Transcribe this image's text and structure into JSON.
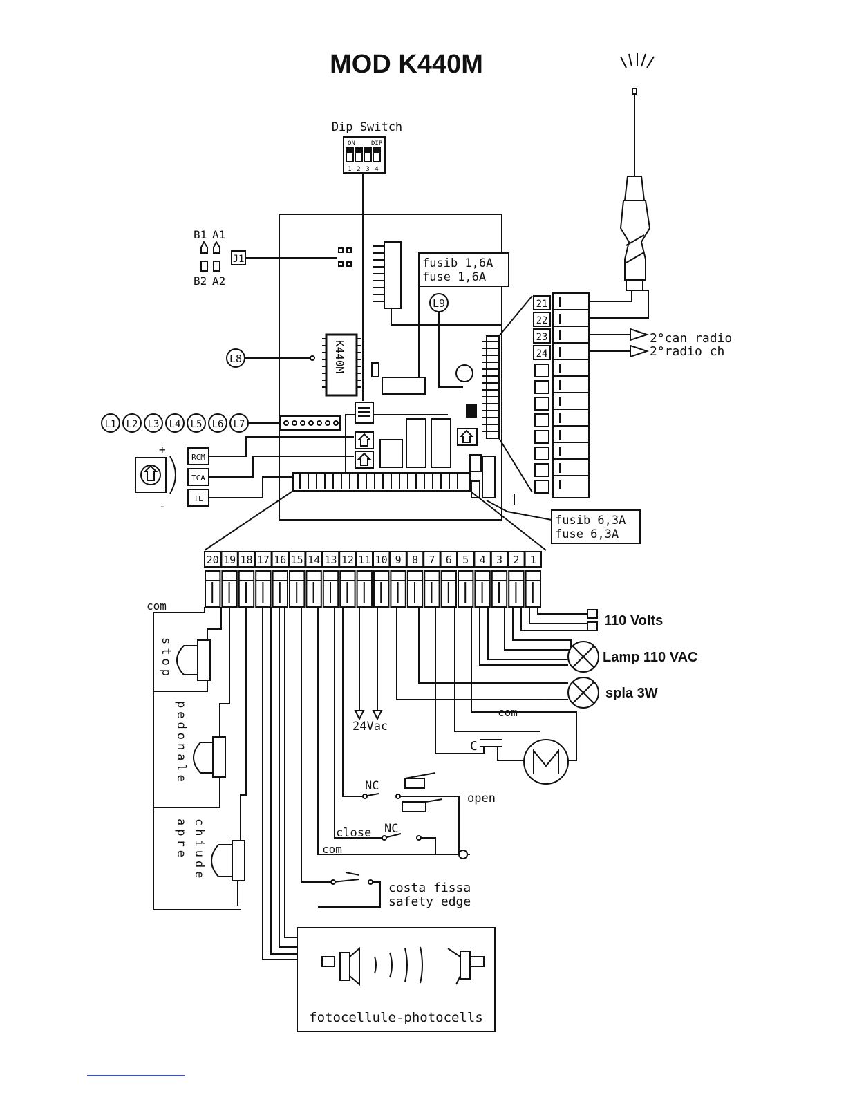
{
  "title": "MOD K440M",
  "dip_switch": {
    "label": "Dip Switch",
    "on": "ON",
    "dip": "DIP",
    "numbers": [
      "1",
      "2",
      "3",
      "4"
    ]
  },
  "jumpers": {
    "b1": "B1",
    "a1": "A1",
    "b2": "B2",
    "a2": "A2",
    "j1": "J1"
  },
  "board": {
    "chip": "K440M"
  },
  "fuse_small": {
    "it": "fusib 1,6A",
    "en": "fuse 1,6A"
  },
  "fuse_large": {
    "it": "fusib 6,3A",
    "en": "fuse 6,3A"
  },
  "leds": [
    "L1",
    "L2",
    "L3",
    "L4",
    "L5",
    "L6",
    "L7",
    "L8",
    "L9"
  ],
  "trimmers": {
    "rcm": "RCM",
    "tca": "TCA",
    "tl": "TL",
    "plus": "+",
    "minus": "-"
  },
  "radio_terminals": [
    "21",
    "22",
    "23",
    "24"
  ],
  "radio_outputs": {
    "ch2_it": "2°can radio",
    "ch2_en": "2°radio ch"
  },
  "terminals": [
    "20",
    "19",
    "18",
    "17",
    "16",
    "15",
    "14",
    "13",
    "12",
    "11",
    "10",
    "9",
    "8",
    "7",
    "6",
    "5",
    "4",
    "3",
    "2",
    "1"
  ],
  "connections": {
    "com": "com",
    "stop": "stop",
    "pedonale": "pedonale",
    "apre": "apre",
    "chiude": "chiude",
    "supply": "110 Volts",
    "lamp": "Lamp 110 VAC",
    "spla": "spla 3W",
    "com_motor": "com",
    "capacitor": "C",
    "motor": "M",
    "vac24": "24Vac",
    "nc_open": "NC",
    "open": "open",
    "close": "close",
    "nc_close": "NC",
    "com_limits": "com",
    "safety_it": "costa fissa",
    "safety_en": "safety edge",
    "photocells": "fotocellule-photocells"
  }
}
